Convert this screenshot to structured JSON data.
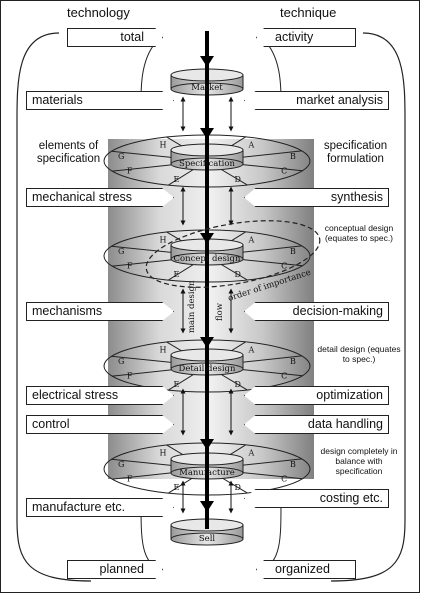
{
  "header": {
    "left": "technology",
    "right": "technique"
  },
  "left_boxes": {
    "total": "total",
    "materials": "materials",
    "mechanical_stress": "mechanical stress",
    "mechanisms": "mechanisms",
    "electrical_stress": "electrical stress",
    "control": "control",
    "manufacture_etc": "manufacture etc.",
    "planned": "planned"
  },
  "right_boxes": {
    "activity": "activity",
    "market_analysis": "market analysis",
    "synthesis": "synthesis",
    "decision_making": "decision-making",
    "optimization": "optimization",
    "data_handling": "data handling",
    "costing_etc": "costing etc.",
    "organized": "organized"
  },
  "side_labels": {
    "elements_of_specification": "elements of specification",
    "specification_formulation": "specification formulation",
    "conceptual_design_note": "conceptual design (equates to spec.)",
    "detail_design_note": "detail design (equates to spec.)",
    "design_balance_note": "design completely in balance with specification"
  },
  "stages": {
    "market": "Market",
    "specification": "Specification",
    "concept_design": "Concept design",
    "detail_design": "Detail design",
    "manufacture": "Manufacture",
    "sell": "Sell"
  },
  "vertical_labels": {
    "main_design": "main design",
    "flow": "flow"
  },
  "order_of_importance": "order of importance",
  "sector_letters": [
    "A",
    "B",
    "C",
    "D",
    "E",
    "F",
    "G",
    "H"
  ]
}
